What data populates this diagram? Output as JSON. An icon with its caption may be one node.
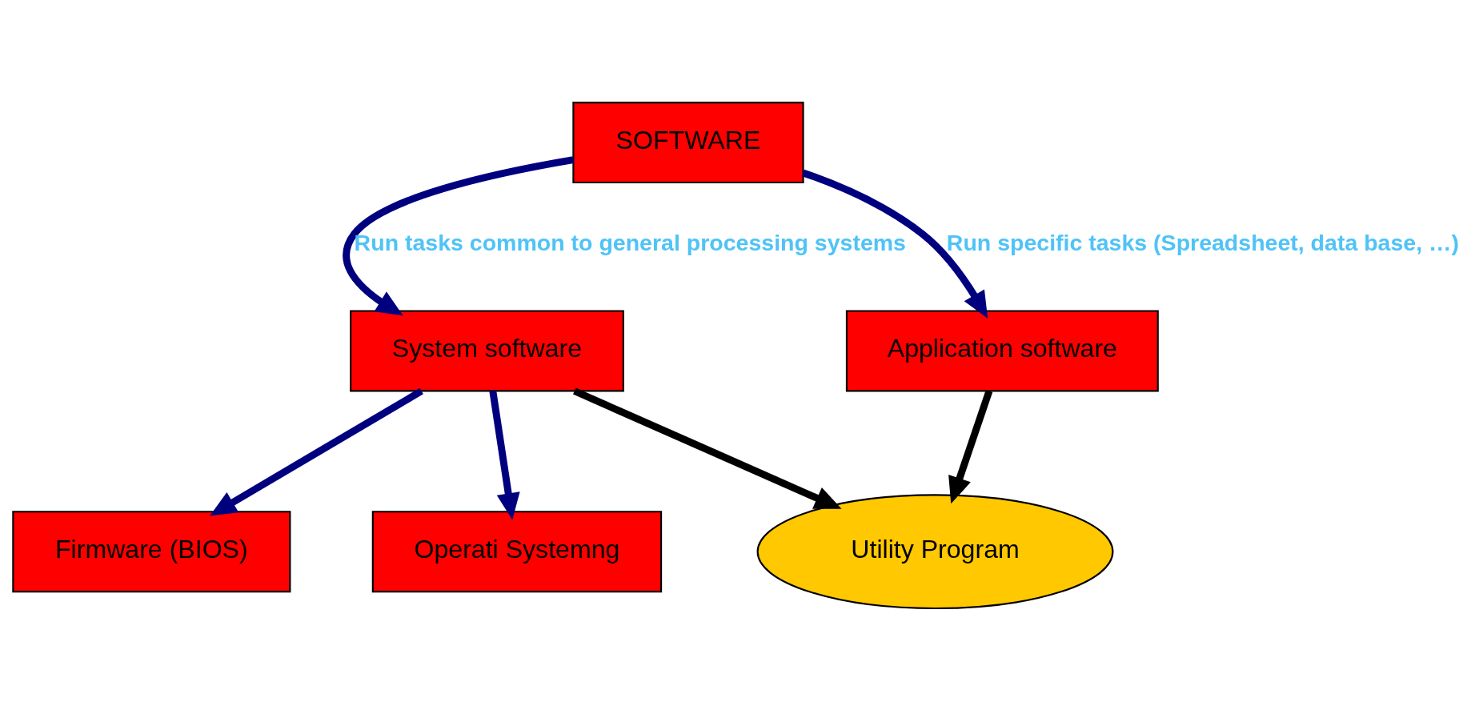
{
  "diagram": {
    "nodes": [
      {
        "text": [
          "SOFTWARE"
        ]
      },
      {
        "text": [
          "System software"
        ]
      },
      {
        "text": [
          "Application software"
        ]
      },
      {
        "text": [
          "Firmware (BIOS)"
        ]
      },
      {
        "text": [
          "Operati Systemng"
        ]
      },
      {
        "text": [
          "Utility Program"
        ]
      }
    ],
    "edges": [
      {
        "from": 0,
        "to": 1,
        "arrow": "to",
        "label": "Run tasks common to general processing systems"
      },
      {
        "from": 0,
        "to": 2,
        "arrow": "to",
        "label": "Run specific tasks (Spreadsheet, data base, …)"
      },
      {
        "from": 1,
        "to": 3,
        "arrow": "to"
      },
      {
        "from": 1,
        "to": 4,
        "arrow": "to"
      },
      {
        "from": 1,
        "to": 5,
        "arrow": "to",
        "color": "#000000"
      },
      {
        "from": 2,
        "to": 5,
        "arrow": "to",
        "color": "#000000"
      }
    ]
  }
}
